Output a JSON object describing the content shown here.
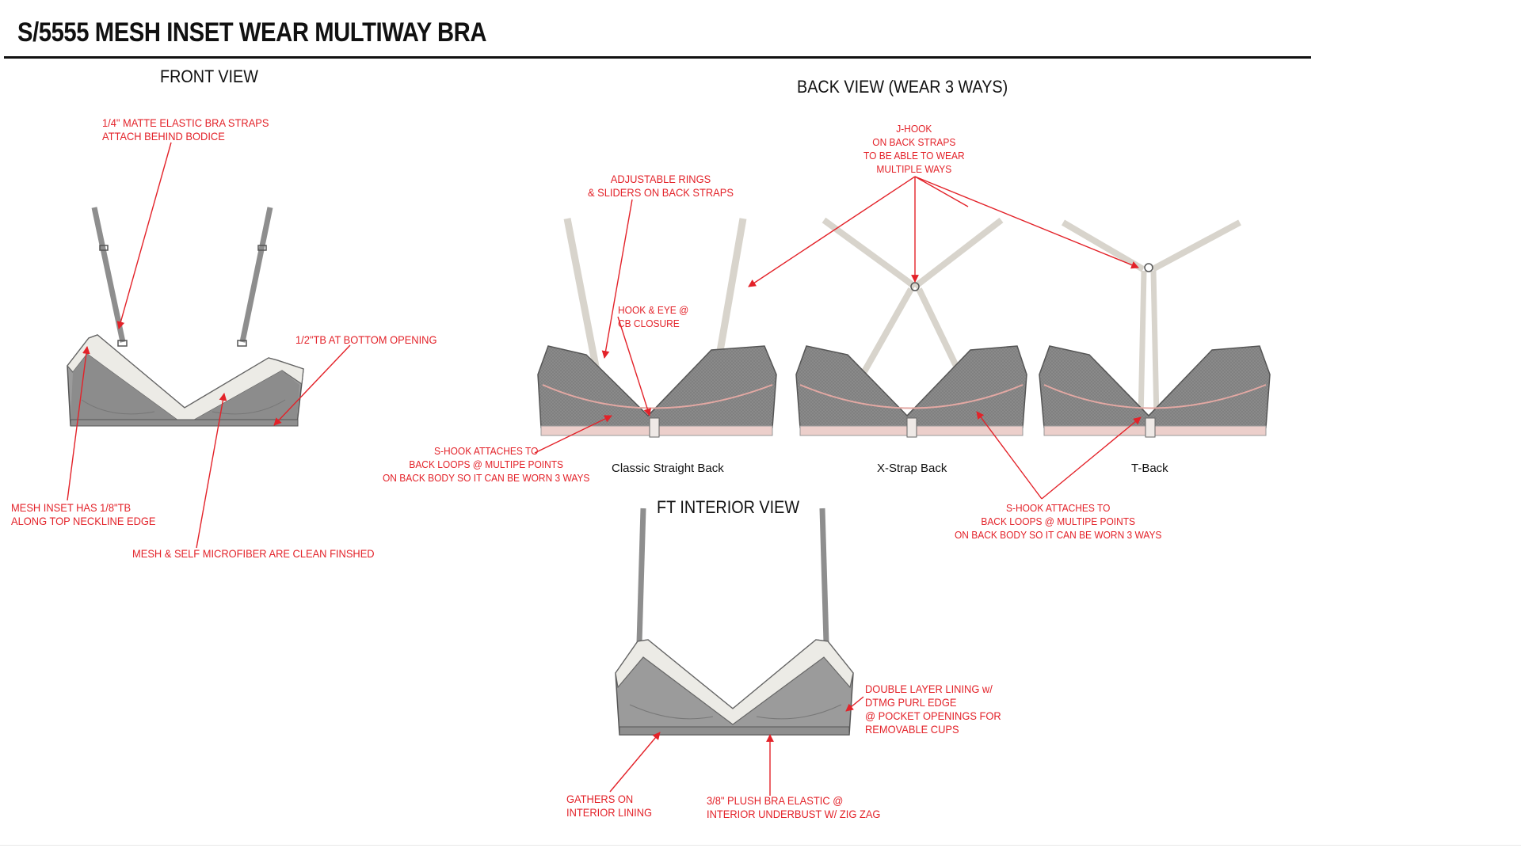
{
  "title": "S/5555 MESH INSET WEAR MULTIWAY BRA",
  "views": {
    "front": "FRONT VIEW",
    "back": "BACK VIEW (WEAR 3 WAYS)",
    "interior": "FT INTERIOR VIEW"
  },
  "captions": {
    "classic": "Classic Straight Back",
    "xstrap": "X-Strap Back",
    "tback": "T-Back"
  },
  "notes": {
    "straps": [
      "1/4\" MATTE ELASTIC BRA STRAPS",
      "ATTACH BEHIND BODICE"
    ],
    "bottom_tb": [
      "1/2\"TB AT BOTTOM OPENING"
    ],
    "mesh_inset": [
      "MESH INSET HAS 1/8\"TB",
      " ALONG TOP NECKLINE EDGE"
    ],
    "clean_finish": [
      "MESH & SELF MICROFIBER ARE CLEAN FINSHED"
    ],
    "rings": [
      "ADJUSTABLE RINGS",
      "& SLIDERS ON BACK STRAPS"
    ],
    "jhook": [
      "J-HOOK",
      "ON BACK STRAPS",
      "TO BE ABLE TO WEAR",
      "MULTIPLE WAYS"
    ],
    "hook_eye": [
      "HOOK & EYE @",
      "CB CLOSURE"
    ],
    "shook_left": [
      "S-HOOK ATTACHES TO",
      "BACK LOOPS @ MULTIPE POINTS",
      "ON BACK BODY SO IT CAN BE WORN 3 WAYS"
    ],
    "shook_right": [
      "S-HOOK ATTACHES TO",
      "BACK LOOPS @ MULTIPE POINTS",
      "ON BACK BODY SO IT CAN BE WORN 3 WAYS"
    ],
    "lining": [
      "DOUBLE LAYER LINING w/",
      "DTMG PURL EDGE",
      "@ POCKET OPENINGS FOR",
      "REMOVABLE CUPS"
    ],
    "gathers": [
      "GATHERS ON",
      "INTERIOR LINING"
    ],
    "plush": [
      "3/8\" PLUSH BRA ELASTIC @",
      "INTERIOR  UNDERBUST W/ ZIG ZAG"
    ]
  },
  "colors": {
    "annotation": "#e32229",
    "body_gray": "#9b9b9b",
    "body_dark": "#7d7d7d",
    "trim_cream": "#ecebe6",
    "back_band_pink": "#eccfcb",
    "strap_cream": "#d8d4cc",
    "strap_gray": "#8e8e8e"
  }
}
